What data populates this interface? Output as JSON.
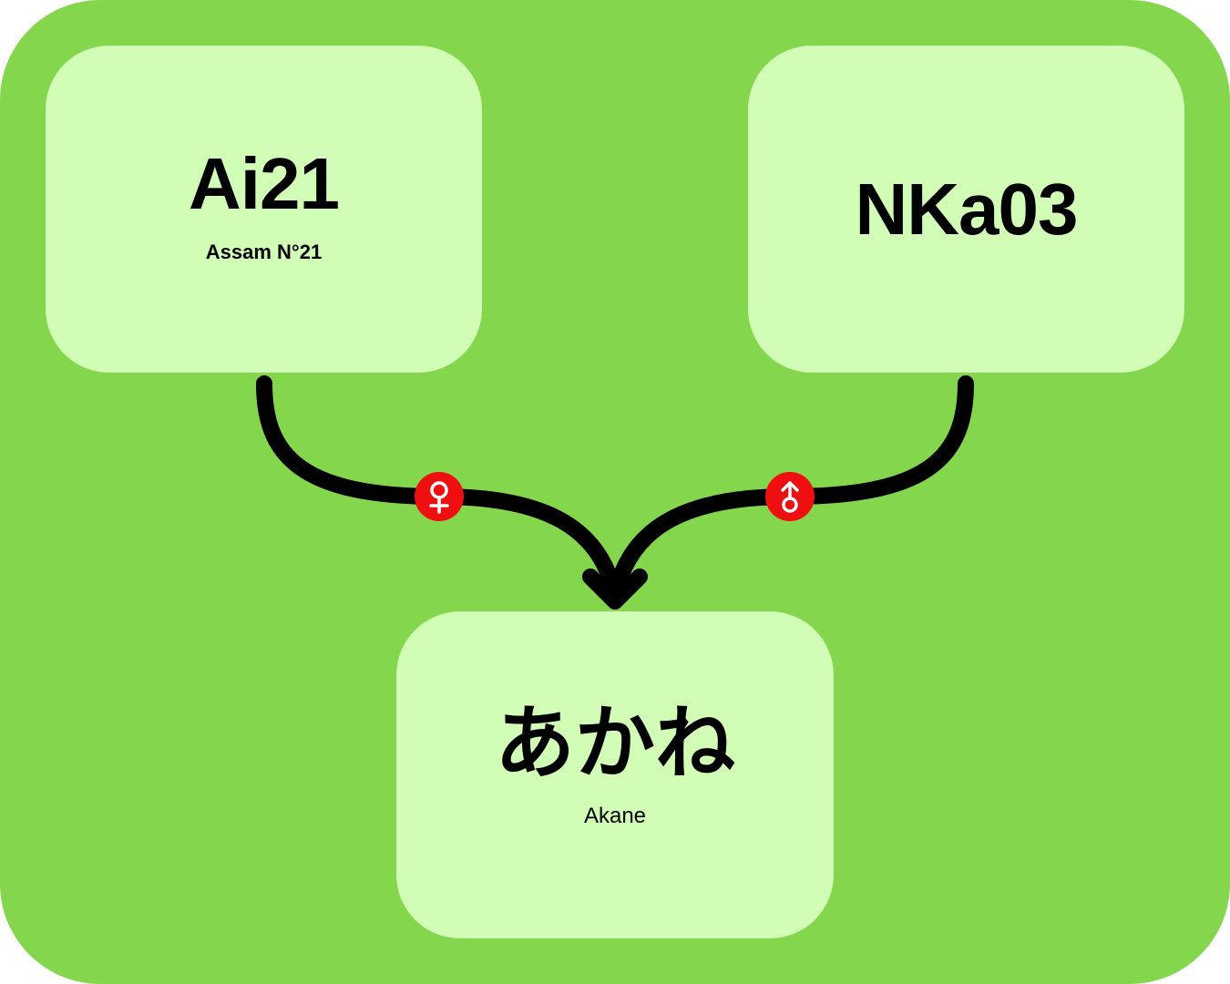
{
  "diagram": {
    "type": "parentage",
    "colors": {
      "background": "#84d74d",
      "node_fill": "#d1fdb6",
      "connector": "#000000",
      "badge": "#ef0f10",
      "badge_glyph": "#ffffff"
    },
    "parents": [
      {
        "id": "mother",
        "code": "Ai21",
        "name": "Assam N°21",
        "role_icon": "female-symbol-icon",
        "role_glyph": "♀"
      },
      {
        "id": "father",
        "code": "NKa03",
        "name": "",
        "role_icon": "male-symbol-icon",
        "role_glyph": "♂"
      }
    ],
    "offspring": {
      "code": "あかね",
      "name": "Akane"
    }
  }
}
